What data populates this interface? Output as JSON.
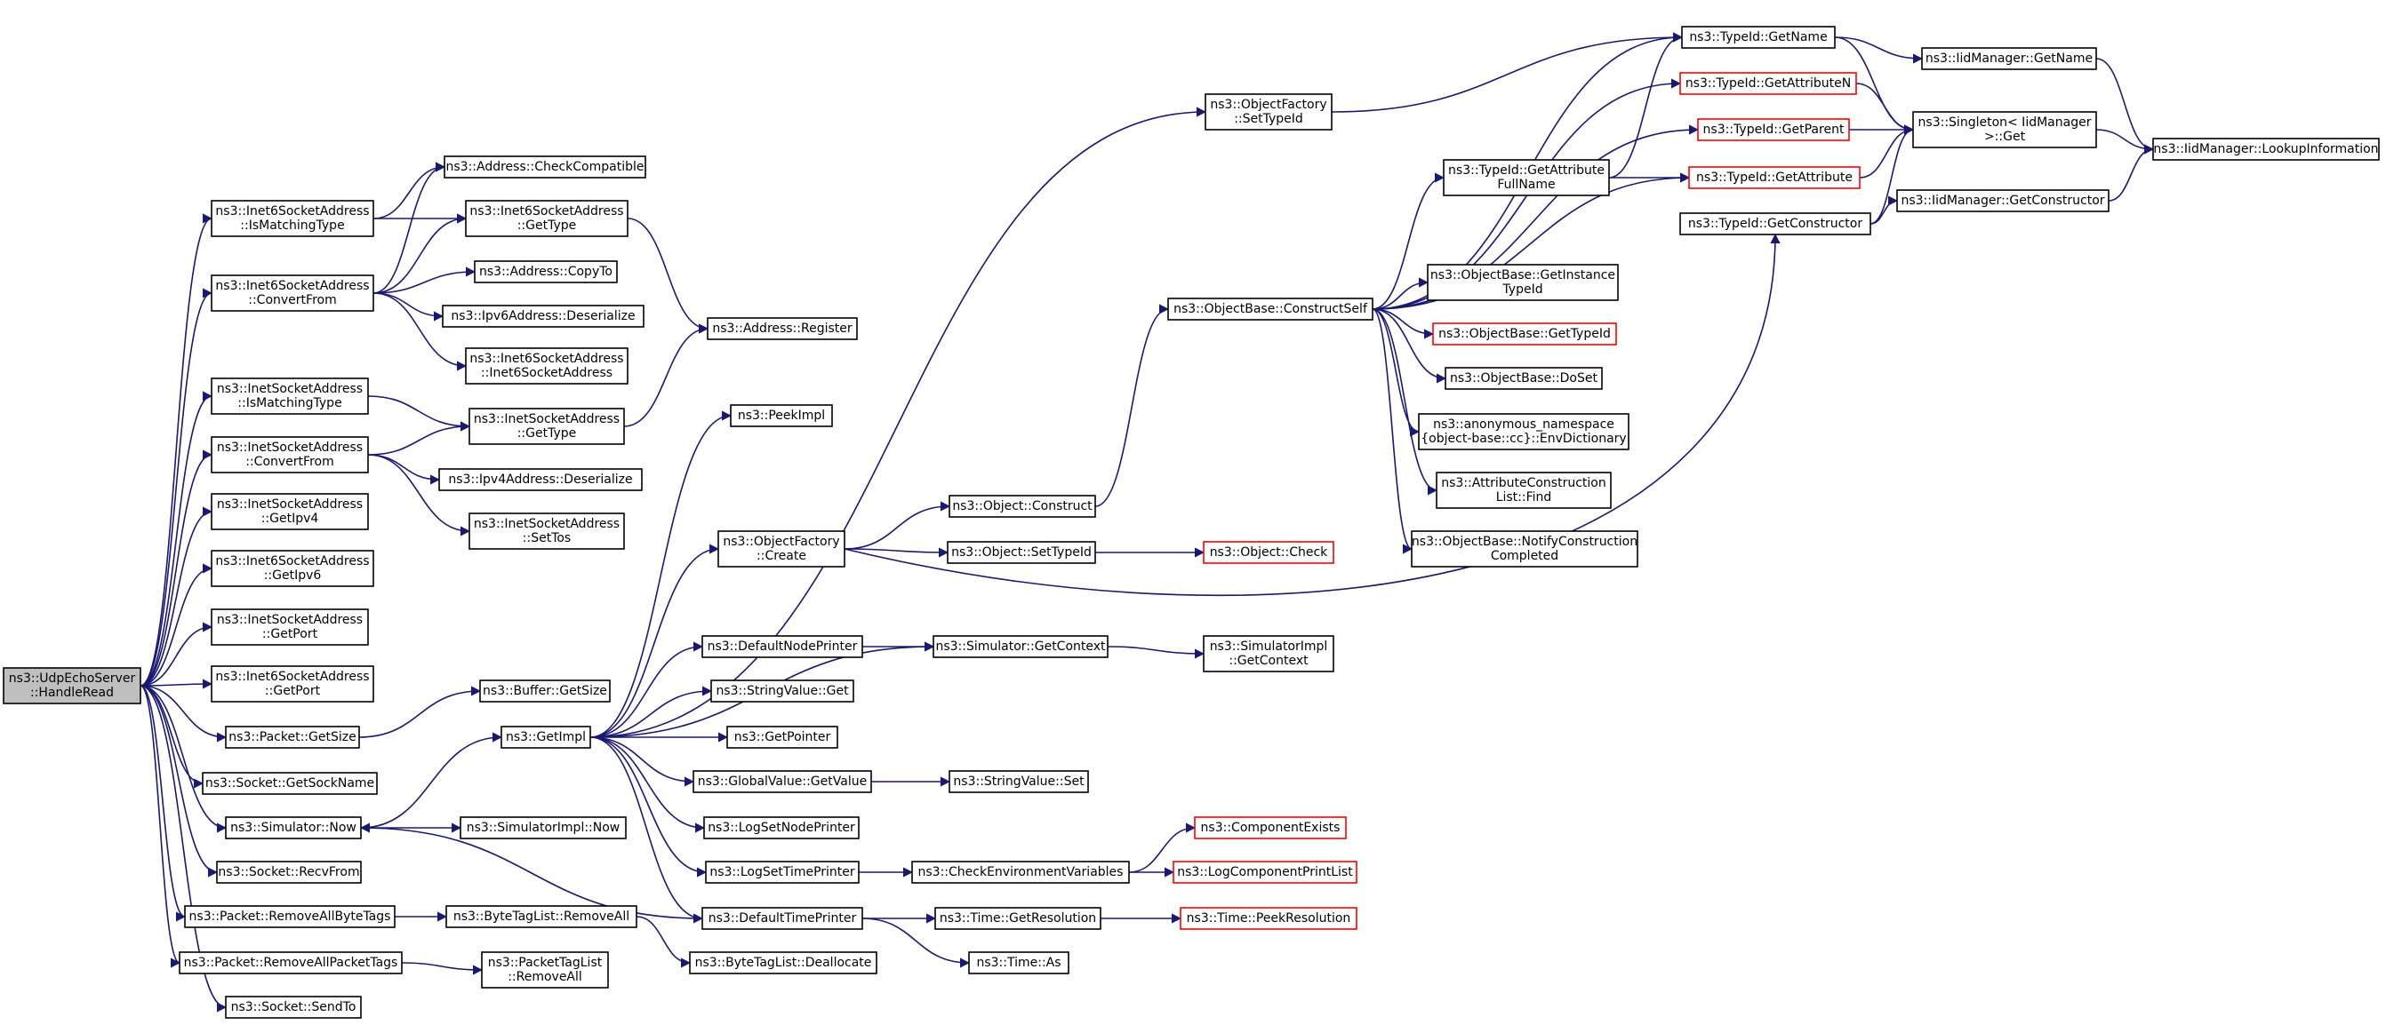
{
  "colors": {
    "edge": "#191970",
    "border": "#000000",
    "red_border": "#ff0000",
    "root_fill": "#bfbfbf"
  },
  "nodes": [
    {
      "id": "root",
      "lines": [
        "ns3::UdpEchoServer",
        "::HandleRead"
      ],
      "style": "root"
    },
    {
      "id": "i6_ismatch",
      "lines": [
        "ns3::Inet6SocketAddress",
        "::IsMatchingType"
      ]
    },
    {
      "id": "i6_convert",
      "lines": [
        "ns3::Inet6SocketAddress",
        "::ConvertFrom"
      ]
    },
    {
      "id": "i4_ismatch",
      "lines": [
        "ns3::InetSocketAddress",
        "::IsMatchingType"
      ]
    },
    {
      "id": "i4_convert",
      "lines": [
        "ns3::InetSocketAddress",
        "::ConvertFrom"
      ]
    },
    {
      "id": "i4_getipv4",
      "lines": [
        "ns3::InetSocketAddress",
        "::GetIpv4"
      ]
    },
    {
      "id": "i6_getipv6",
      "lines": [
        "ns3::Inet6SocketAddress",
        "::GetIpv6"
      ]
    },
    {
      "id": "i4_getport",
      "lines": [
        "ns3::InetSocketAddress",
        "::GetPort"
      ]
    },
    {
      "id": "i6_getport",
      "lines": [
        "ns3::Inet6SocketAddress",
        "::GetPort"
      ]
    },
    {
      "id": "pkt_getsize",
      "lines": [
        "ns3::Packet::GetSize"
      ]
    },
    {
      "id": "sock_getsockname",
      "lines": [
        "ns3::Socket::GetSockName"
      ]
    },
    {
      "id": "sim_now",
      "lines": [
        "ns3::Simulator::Now"
      ]
    },
    {
      "id": "sock_recvfrom",
      "lines": [
        "ns3::Socket::RecvFrom"
      ]
    },
    {
      "id": "pkt_rmbyte",
      "lines": [
        "ns3::Packet::RemoveAllByteTags"
      ]
    },
    {
      "id": "pkt_rmpkt",
      "lines": [
        "ns3::Packet::RemoveAllPacketTags"
      ]
    },
    {
      "id": "sock_sendto",
      "lines": [
        "ns3::Socket::SendTo"
      ]
    },
    {
      "id": "addr_checkcompat",
      "lines": [
        "ns3::Address::CheckCompatible"
      ]
    },
    {
      "id": "i6_gettype",
      "lines": [
        "ns3::Inet6SocketAddress",
        "::GetType"
      ]
    },
    {
      "id": "addr_copyto",
      "lines": [
        "ns3::Address::CopyTo"
      ]
    },
    {
      "id": "ipv6_deser",
      "lines": [
        "ns3::Ipv6Address::Deserialize"
      ]
    },
    {
      "id": "i6_ctor",
      "lines": [
        "ns3::Inet6SocketAddress",
        "::Inet6SocketAddress"
      ]
    },
    {
      "id": "i4_gettype",
      "lines": [
        "ns3::InetSocketAddress",
        "::GetType"
      ]
    },
    {
      "id": "ipv4_deser",
      "lines": [
        "ns3::Ipv4Address::Deserialize"
      ]
    },
    {
      "id": "i4_settos",
      "lines": [
        "ns3::InetSocketAddress",
        "::SetTos"
      ]
    },
    {
      "id": "buf_getsize",
      "lines": [
        "ns3::Buffer::GetSize"
      ]
    },
    {
      "id": "getimpl",
      "lines": [
        "ns3::GetImpl"
      ]
    },
    {
      "id": "simimpl_now",
      "lines": [
        "ns3::SimulatorImpl::Now"
      ]
    },
    {
      "id": "btl_removeall",
      "lines": [
        "ns3::ByteTagList::RemoveAll"
      ]
    },
    {
      "id": "ptl_removeall",
      "lines": [
        "ns3::PacketTagList",
        "::RemoveAll"
      ]
    },
    {
      "id": "addr_register",
      "lines": [
        "ns3::Address::Register"
      ]
    },
    {
      "id": "peekimpl",
      "lines": [
        "ns3::PeekImpl"
      ]
    },
    {
      "id": "of_create",
      "lines": [
        "ns3::ObjectFactory",
        "::Create"
      ]
    },
    {
      "id": "defnodeprinter",
      "lines": [
        "ns3::DefaultNodePrinter"
      ]
    },
    {
      "id": "strval_get",
      "lines": [
        "ns3::StringValue::Get"
      ]
    },
    {
      "id": "getpointer",
      "lines": [
        "ns3::GetPointer"
      ]
    },
    {
      "id": "gv_getvalue",
      "lines": [
        "ns3::GlobalValue::GetValue"
      ]
    },
    {
      "id": "logsetnodeprinter",
      "lines": [
        "ns3::LogSetNodePrinter"
      ]
    },
    {
      "id": "logsettimeprinter",
      "lines": [
        "ns3::LogSetTimePrinter"
      ]
    },
    {
      "id": "deftimeprinter",
      "lines": [
        "ns3::DefaultTimePrinter"
      ]
    },
    {
      "id": "btl_dealloc",
      "lines": [
        "ns3::ByteTagList::Deallocate"
      ]
    },
    {
      "id": "obj_construct",
      "lines": [
        "ns3::Object::Construct"
      ]
    },
    {
      "id": "obj_settypeid",
      "lines": [
        "ns3::Object::SetTypeId"
      ]
    },
    {
      "id": "sim_getcontext",
      "lines": [
        "ns3::Simulator::GetContext"
      ]
    },
    {
      "id": "strval_set",
      "lines": [
        "ns3::StringValue::Set"
      ]
    },
    {
      "id": "checkenv",
      "lines": [
        "ns3::CheckEnvironmentVariables"
      ]
    },
    {
      "id": "time_getres",
      "lines": [
        "ns3::Time::GetResolution"
      ]
    },
    {
      "id": "time_as",
      "lines": [
        "ns3::Time::As"
      ]
    },
    {
      "id": "of_settypeid",
      "lines": [
        "ns3::ObjectFactory",
        "::SetTypeId"
      ]
    },
    {
      "id": "ob_constructself",
      "lines": [
        "ns3::ObjectBase::ConstructSelf"
      ]
    },
    {
      "id": "obj_check",
      "lines": [
        "ns3::Object::Check"
      ],
      "style": "red"
    },
    {
      "id": "simimpl_getcontext",
      "lines": [
        "ns3::SimulatorImpl",
        "::GetContext"
      ]
    },
    {
      "id": "compexists",
      "lines": [
        "ns3::ComponentExists"
      ],
      "style": "red"
    },
    {
      "id": "logcompprint",
      "lines": [
        "ns3::LogComponentPrintList"
      ],
      "style": "red"
    },
    {
      "id": "time_peekres",
      "lines": [
        "ns3::Time::PeekResolution"
      ],
      "style": "red"
    },
    {
      "id": "tid_getattrfullname",
      "lines": [
        "ns3::TypeId::GetAttribute",
        "FullName"
      ]
    },
    {
      "id": "ob_getinstancetid",
      "lines": [
        "ns3::ObjectBase::GetInstance",
        "TypeId"
      ]
    },
    {
      "id": "ob_gettypeid",
      "lines": [
        "ns3::ObjectBase::GetTypeId"
      ],
      "style": "red"
    },
    {
      "id": "ob_doset",
      "lines": [
        "ns3::ObjectBase::DoSet"
      ]
    },
    {
      "id": "anon_envdict",
      "lines": [
        "ns3::anonymous_namespace",
        "{object-base::cc}::EnvDictionary"
      ]
    },
    {
      "id": "acl_find",
      "lines": [
        "ns3::AttributeConstruction",
        "List::Find"
      ]
    },
    {
      "id": "ob_notify",
      "lines": [
        "ns3::ObjectBase::NotifyConstruction",
        "Completed"
      ]
    },
    {
      "id": "tid_getname",
      "lines": [
        "ns3::TypeId::GetName"
      ]
    },
    {
      "id": "tid_getattrn",
      "lines": [
        "ns3::TypeId::GetAttributeN"
      ],
      "style": "red"
    },
    {
      "id": "tid_getparent",
      "lines": [
        "ns3::TypeId::GetParent"
      ],
      "style": "red"
    },
    {
      "id": "tid_getattr",
      "lines": [
        "ns3::TypeId::GetAttribute"
      ],
      "style": "red"
    },
    {
      "id": "tid_getctor",
      "lines": [
        "ns3::TypeId::GetConstructor"
      ]
    },
    {
      "id": "iid_getname",
      "lines": [
        "ns3::IidManager::GetName"
      ]
    },
    {
      "id": "singleton_get",
      "lines": [
        "ns3::Singleton< IidManager",
        "&gt;::Get"
      ]
    },
    {
      "id": "iid_getctor",
      "lines": [
        "ns3::IidManager::GetConstructor"
      ]
    },
    {
      "id": "iid_lookup",
      "lines": [
        "ns3::IidManager::LookupInformation"
      ]
    }
  ],
  "edges": [
    [
      "root",
      "i6_ismatch"
    ],
    [
      "root",
      "i6_convert"
    ],
    [
      "root",
      "i4_ismatch"
    ],
    [
      "root",
      "i4_convert"
    ],
    [
      "root",
      "i4_getipv4"
    ],
    [
      "root",
      "i6_getipv6"
    ],
    [
      "root",
      "i4_getport"
    ],
    [
      "root",
      "i6_getport"
    ],
    [
      "root",
      "pkt_getsize"
    ],
    [
      "root",
      "sock_getsockname"
    ],
    [
      "root",
      "sim_now"
    ],
    [
      "root",
      "sock_recvfrom"
    ],
    [
      "root",
      "pkt_rmbyte"
    ],
    [
      "root",
      "pkt_rmpkt"
    ],
    [
      "root",
      "sock_sendto"
    ],
    [
      "i6_ismatch",
      "addr_checkcompat"
    ],
    [
      "i6_ismatch",
      "i6_gettype"
    ],
    [
      "i6_convert",
      "addr_checkcompat"
    ],
    [
      "i6_convert",
      "i6_gettype"
    ],
    [
      "i6_convert",
      "addr_copyto"
    ],
    [
      "i6_convert",
      "ipv6_deser"
    ],
    [
      "i6_convert",
      "i6_ctor"
    ],
    [
      "i4_ismatch",
      "i4_gettype"
    ],
    [
      "i4_convert",
      "i4_gettype"
    ],
    [
      "i4_convert",
      "ipv4_deser"
    ],
    [
      "i4_convert",
      "i4_settos"
    ],
    [
      "i6_gettype",
      "addr_register"
    ],
    [
      "i4_gettype",
      "addr_register"
    ],
    [
      "pkt_getsize",
      "buf_getsize"
    ],
    [
      "sim_now",
      "getimpl"
    ],
    [
      "sim_now",
      "simimpl_now"
    ],
    [
      "pkt_rmbyte",
      "btl_removeall"
    ],
    [
      "pkt_rmpkt",
      "ptl_removeall"
    ],
    [
      "btl_removeall",
      "btl_dealloc"
    ],
    [
      "getimpl",
      "peekimpl"
    ],
    [
      "getimpl",
      "of_create"
    ],
    [
      "getimpl",
      "defnodeprinter"
    ],
    [
      "getimpl",
      "strval_get"
    ],
    [
      "getimpl",
      "getpointer"
    ],
    [
      "getimpl",
      "gv_getvalue"
    ],
    [
      "getimpl",
      "logsetnodeprinter"
    ],
    [
      "getimpl",
      "logsettimeprinter"
    ],
    [
      "getimpl",
      "deftimeprinter"
    ],
    [
      "getimpl",
      "of_settypeid"
    ],
    [
      "getimpl",
      "sim_getcontext"
    ],
    [
      "deftimeprinter",
      "sim_now"
    ],
    [
      "deftimeprinter",
      "time_getres"
    ],
    [
      "deftimeprinter",
      "time_as"
    ],
    [
      "of_create",
      "obj_construct"
    ],
    [
      "of_create",
      "obj_settypeid"
    ],
    [
      "of_create",
      "tid_getctor"
    ],
    [
      "obj_construct",
      "ob_constructself"
    ],
    [
      "obj_settypeid",
      "obj_check"
    ],
    [
      "defnodeprinter",
      "sim_getcontext"
    ],
    [
      "sim_getcontext",
      "simimpl_getcontext"
    ],
    [
      "gv_getvalue",
      "strval_set"
    ],
    [
      "logsettimeprinter",
      "checkenv"
    ],
    [
      "checkenv",
      "compexists"
    ],
    [
      "checkenv",
      "logcompprint"
    ],
    [
      "time_getres",
      "time_peekres"
    ],
    [
      "of_settypeid",
      "tid_getname"
    ],
    [
      "ob_constructself",
      "tid_getname"
    ],
    [
      "ob_constructself",
      "tid_getattrn"
    ],
    [
      "ob_constructself",
      "tid_getparent"
    ],
    [
      "ob_constructself",
      "tid_getattrfullname"
    ],
    [
      "ob_constructself",
      "tid_getattr"
    ],
    [
      "ob_constructself",
      "ob_getinstancetid"
    ],
    [
      "ob_constructself",
      "ob_gettypeid"
    ],
    [
      "ob_constructself",
      "ob_doset"
    ],
    [
      "ob_constructself",
      "anon_envdict"
    ],
    [
      "ob_constructself",
      "acl_find"
    ],
    [
      "ob_constructself",
      "ob_notify"
    ],
    [
      "tid_getattrfullname",
      "tid_getname"
    ],
    [
      "tid_getattrfullname",
      "tid_getattr"
    ],
    [
      "tid_getname",
      "iid_getname"
    ],
    [
      "tid_getname",
      "singleton_get"
    ],
    [
      "tid_getattrn",
      "singleton_get"
    ],
    [
      "tid_getparent",
      "singleton_get"
    ],
    [
      "tid_getattr",
      "singleton_get"
    ],
    [
      "tid_getctor",
      "singleton_get"
    ],
    [
      "tid_getctor",
      "iid_getctor"
    ],
    [
      "iid_getname",
      "iid_lookup"
    ],
    [
      "singleton_get",
      "iid_lookup"
    ],
    [
      "iid_getctor",
      "iid_lookup"
    ]
  ]
}
